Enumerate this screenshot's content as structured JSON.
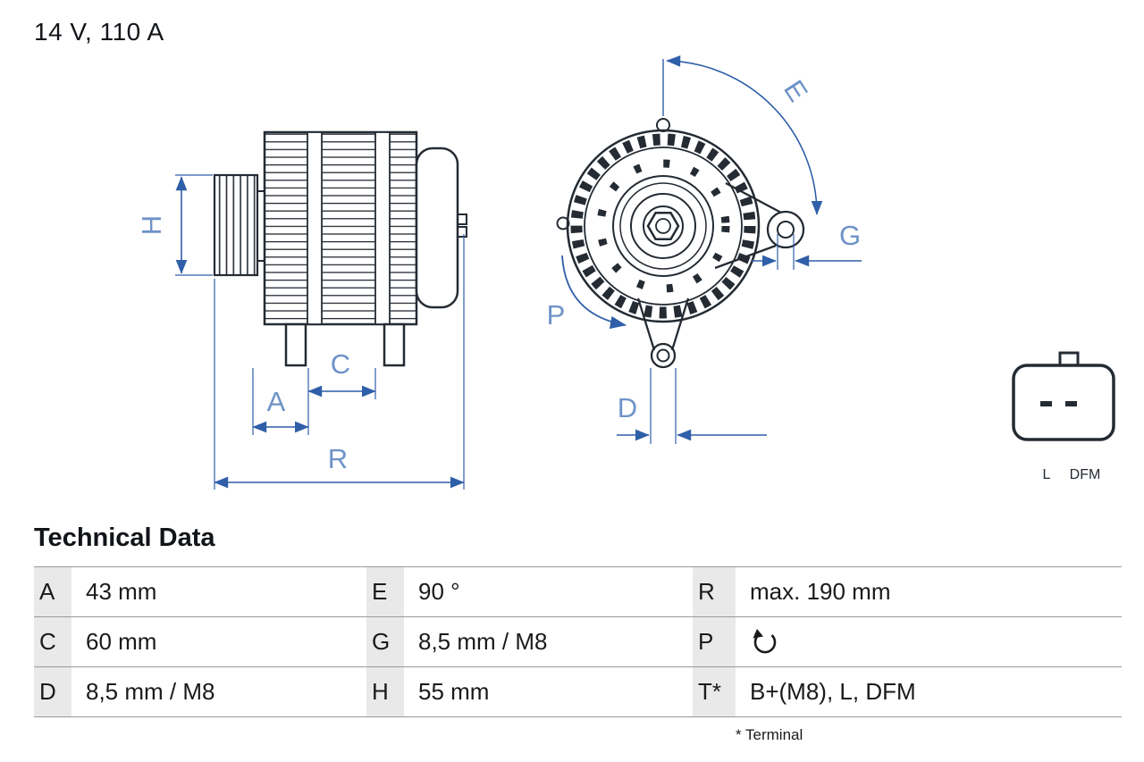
{
  "header": {
    "title": "14 V, 110 A"
  },
  "diagram": {
    "dimension_labels": {
      "H": "H",
      "A": "A",
      "C": "C",
      "R": "R",
      "E": "E",
      "G": "G",
      "P": "P",
      "D": "D"
    },
    "connector": {
      "pins": [
        "L",
        "DFM"
      ]
    }
  },
  "technical_data": {
    "heading": "Technical Data",
    "rows": [
      [
        {
          "key": "A",
          "value": "43 mm"
        },
        {
          "key": "E",
          "value": "90 °"
        },
        {
          "key": "R",
          "value": "max. 190 mm"
        }
      ],
      [
        {
          "key": "C",
          "value": "60 mm"
        },
        {
          "key": "G",
          "value": "8,5 mm / M8"
        },
        {
          "key": "P",
          "value": ""
        }
      ],
      [
        {
          "key": "D",
          "value": "8,5 mm / M8"
        },
        {
          "key": "H",
          "value": "55 mm"
        },
        {
          "key": "T*",
          "value": "B+(M8), L, DFM"
        }
      ]
    ],
    "footnote": "* Terminal"
  },
  "colors": {
    "outline_dark": "#242b33",
    "dimension_blue": "#2f5fa8",
    "label_blue": "#6e93c7",
    "table_line": "#9a9a9a",
    "key_cell_bg": "#e9e9e9"
  }
}
